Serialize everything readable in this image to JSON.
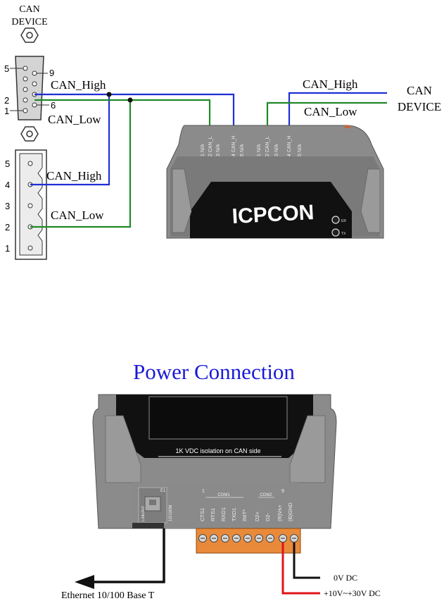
{
  "top_diagram": {
    "left_device_label": [
      "CAN",
      "DEVICE"
    ],
    "right_device_label": [
      "CAN",
      "DEVICE"
    ],
    "db9_pin_labels": {
      "p5": "5",
      "p9": "9",
      "p2": "2",
      "p1": "1",
      "p6": "6"
    },
    "wire_labels": {
      "db9_high": "CAN_High",
      "db9_low": "CAN_Low",
      "terminal_high": "CAN_High",
      "terminal_low": "CAN_Low",
      "right_high": "CAN_High",
      "right_low": "CAN_Low"
    },
    "terminal_pin_numbers": [
      "5",
      "4",
      "3",
      "2",
      "1"
    ],
    "module_pins_left": [
      "1 N/A",
      "2 CAN_L",
      "3 N/A",
      "4 CAN_H",
      "5 N/A"
    ],
    "module_pins_right": [
      "1 N/A",
      "2 CAN_L",
      "3 N/A",
      "4 CAN_H",
      "5 N/A"
    ],
    "led_labels": [
      "ER",
      "TX"
    ],
    "logo_text": "ICPCON",
    "wire_colors": {
      "high": "#1f2ed6",
      "low": "#1f8a2a"
    }
  },
  "power_section": {
    "title": "Power Connection",
    "isolation_label": "1K VDC isolation on CAN side",
    "ethernet_port_labels": {
      "link": "Link/Act",
      "e1": "E1",
      "speed": "10/100M"
    },
    "com1_label": "COM1",
    "com2_label": "COM2",
    "pin_one": "1",
    "pin_nine": "9",
    "terminal_pins": [
      "CTS1",
      "RTS1",
      "RXD1",
      "TXD1",
      "INIT*",
      "D2+",
      "D2-",
      "(R)Vs+",
      "(B)GND"
    ],
    "wire_0v_label": "0V DC",
    "wire_power_label": "+10V~+30V DC",
    "ethernet_label": "Ethernet 10/100 Base T",
    "title_color": "#1a1ad6",
    "power_wire_color": "#e0141a"
  }
}
